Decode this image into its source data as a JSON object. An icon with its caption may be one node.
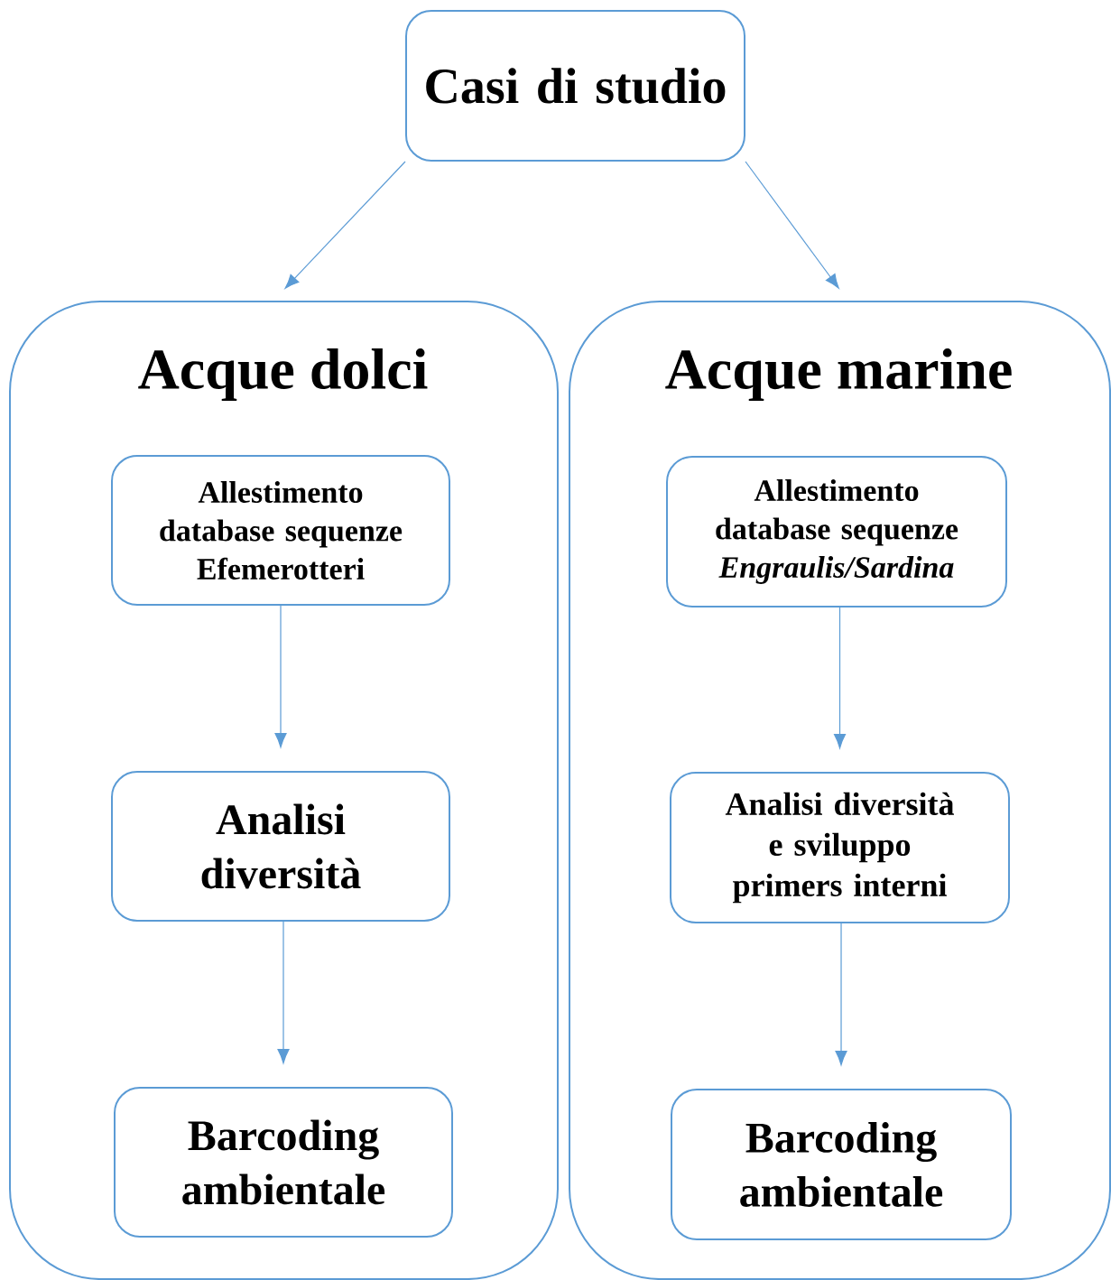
{
  "diagram": {
    "nodes": [
      {
        "text": [
          "Casi di studio"
        ]
      },
      {
        "text": [
          "Acque dolci"
        ]
      },
      {
        "text": [
          "Allestimento database sequenze Efemerotteri"
        ],
        "in": 1
      },
      {
        "text": [
          "Analisi diversità"
        ],
        "in": 1
      },
      {
        "text": [
          "Barcoding ambientale"
        ],
        "in": 1
      },
      {
        "text": [
          "Acque marine"
        ]
      },
      {
        "text": [
          "Allestimento database sequenze *Engraulis/Sardina*"
        ],
        "in": 5
      },
      {
        "text": [
          "Analisi diversità e sviluppo primers interni"
        ],
        "in": 5
      },
      {
        "text": [
          "Barcoding ambientale"
        ],
        "in": 5
      }
    ],
    "edges": [
      {
        "from": 0,
        "to": 1,
        "arrow": "to"
      },
      {
        "from": 0,
        "to": 5,
        "arrow": "to"
      },
      {
        "from": 2,
        "to": 3,
        "arrow": "to"
      },
      {
        "from": 3,
        "to": 4,
        "arrow": "to"
      },
      {
        "from": 6,
        "to": 7,
        "arrow": "to"
      },
      {
        "from": 7,
        "to": 8,
        "arrow": "to"
      }
    ]
  }
}
